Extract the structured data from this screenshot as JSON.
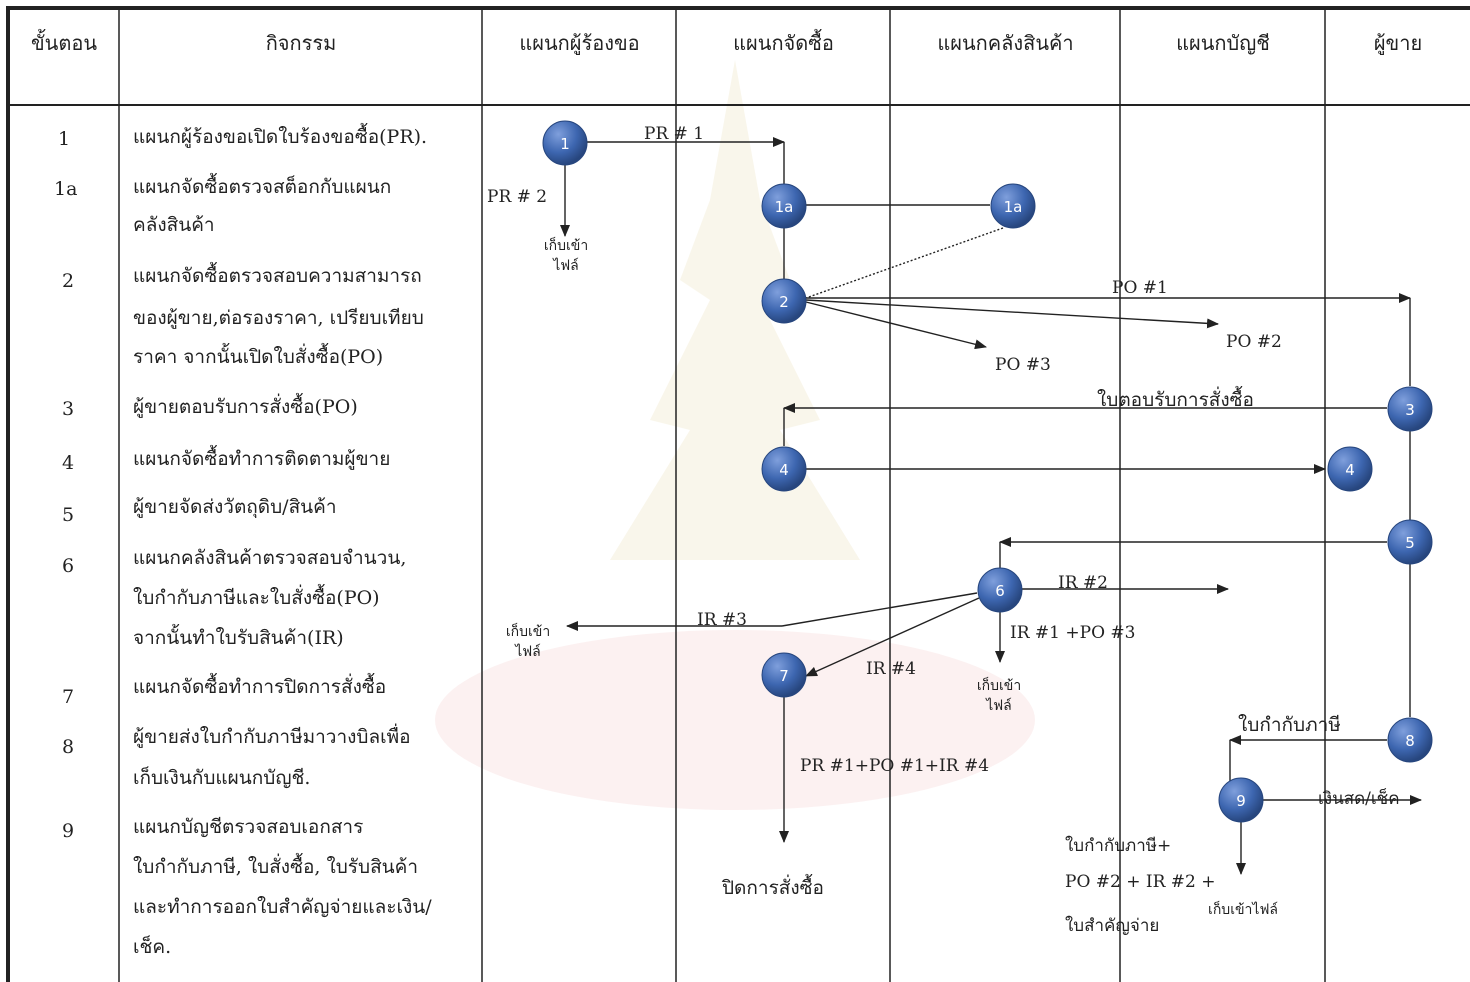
{
  "headers": [
    "ขั้นตอน",
    "กิจกรรม",
    "แผนกผู้ร้องขอ",
    "แผนกจัดซื้อ",
    "แผนกคลังสินค้า",
    "แผนกบัญชี",
    "ผู้ขาย"
  ],
  "steps": [
    "1",
    "1a",
    "2",
    "3",
    "4",
    "5",
    "6",
    "7",
    "8",
    "9"
  ],
  "activities": [
    "แผนกผู้ร้องขอเปิดใบร้องขอซื้อ(PR).",
    "แผนกจัดซื้อตรวจสต็อกกับแผนก",
    "คลังสินค้า",
    "แผนกจัดซื้อตรวจสอบความสามารถ",
    "ของผู้ขาย,ต่อรองราคา, เปรียบเทียบ",
    "ราคา จากนั้นเปิดใบสั่งซื้อ(PO)",
    "ผู้ขายตอบรับการสั่งซื้อ(PO)",
    "แผนกจัดซื้อทำการติดตามผู้ขาย",
    "ผู้ขายจัดส่งวัตถุดิบ/สินค้า",
    "แผนกคลังสินค้าตรวจสอบจำนวน,",
    "ใบกำกับภาษีและใบสั่งซื้อ(PO)",
    "จากนั้นทำใบรับสินค้า(IR)",
    "แผนกจัดซื้อทำการปิดการสั่งซื้อ",
    "ผู้ขายส่งใบกำกับภาษีมาวางบิลเพื่อ",
    "เก็บเงินกับแผนกบัญชี.",
    "แผนกบัญชีตรวจสอบเอกสาร",
    "ใบกำกับภาษี, ใบสั่งซื้อ, ใบรับสินค้า",
    "และทำการออกใบสำคัญจ่ายและเงิน/",
    "เช็ค."
  ],
  "nodes": [
    "1",
    "1a",
    "1a",
    "2",
    "3",
    "4",
    "4",
    "5",
    "6",
    "7",
    "8",
    "9"
  ],
  "flow_labels": {
    "pr1": "PR # 1",
    "pr2": "PR # 2",
    "po1": "PO #1",
    "po2": "PO #2",
    "po3": "PO #3",
    "po_ack": "ใบตอบรับการสั่งซื้อ",
    "ir2": "IR #2",
    "ir3": "IR #3",
    "ir1_po3": "IR #1 +PO #3",
    "ir4": "IR #4",
    "invoice": "ใบกำกับภาษี",
    "docs_close": "PR #1+PO #1+IR #4",
    "close_po": "ปิดการสั่งซื้อ",
    "cash_cheque": "เงินสด/เช็ค",
    "acct_docs_1": "ใบกำกับภาษี+",
    "acct_docs_2": "PO #2 + IR #2 +",
    "acct_docs_3": "ใบสำคัญจ่าย",
    "file_1a": "เก็บเข้า",
    "file_1b": "ไฟล์",
    "file_2a": "เก็บเข้า",
    "file_2b": "ไฟล์",
    "file_3a": "เก็บเข้า",
    "file_3b": "ไฟล์",
    "file_4": "เก็บเข้าไฟล์"
  },
  "colors": {
    "node_fill": "#3d66b0",
    "node_stroke": "#27467e",
    "line": "#222222",
    "grid": "#222222"
  }
}
